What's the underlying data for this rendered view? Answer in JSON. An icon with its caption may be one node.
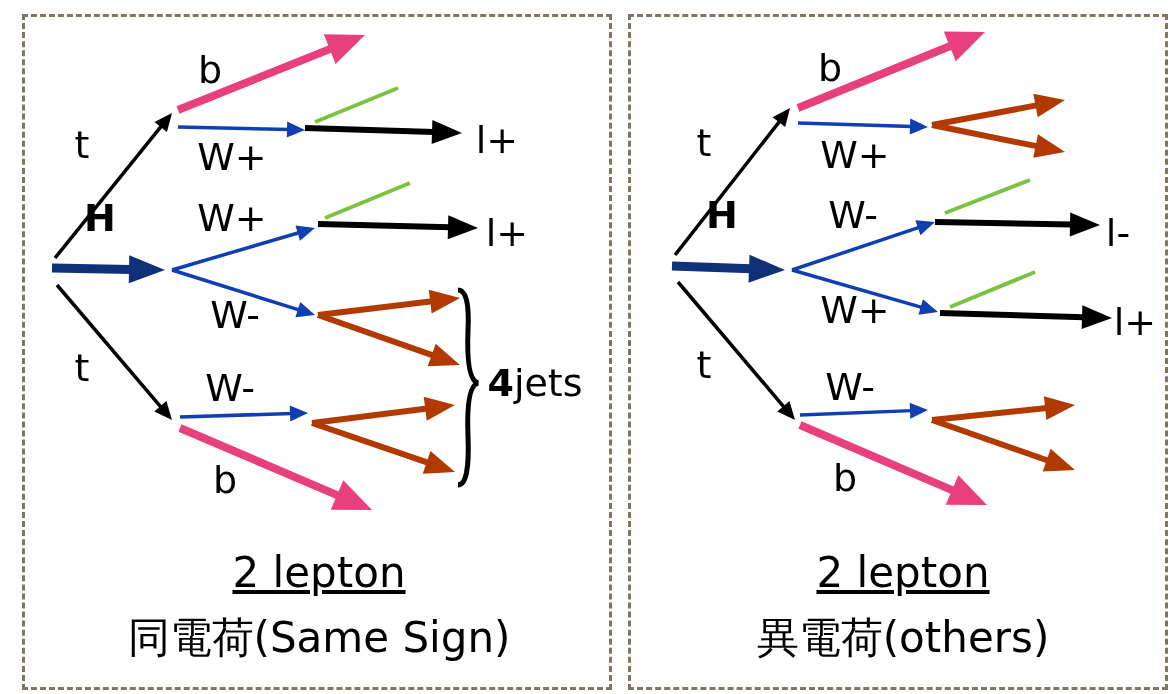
{
  "diagram": {
    "nodes": [
      {
        "text": [
          "2 lepton",
          "同電荷(Same Sign)"
        ]
      },
      {
        "text": [
          "2 lepton",
          "異電荷(others)"
        ]
      }
    ],
    "labels": [
      "b",
      "t",
      "W+",
      "l+",
      "H",
      "W+",
      "l+",
      "W-",
      "t",
      "W-",
      "**4**jets",
      "b",
      "b",
      "t",
      "W+",
      "H",
      "W-",
      "l-",
      "W+",
      "l+",
      "t",
      "W-",
      "b"
    ]
  }
}
